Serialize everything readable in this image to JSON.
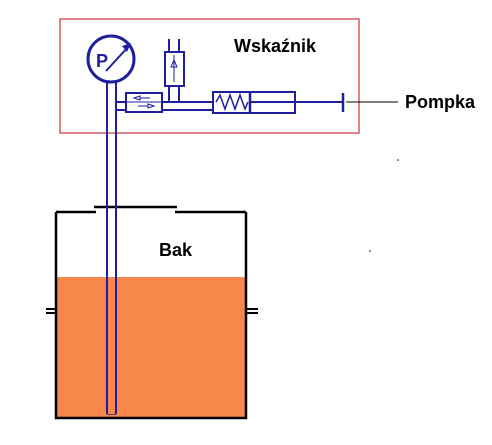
{
  "labels": {
    "indicator": "Wskaźnik",
    "pump": "Pompka",
    "tank": "Bak",
    "gauge_letter": "P"
  },
  "colors": {
    "pipe": "#1f1f9e",
    "pipe_inner": "#ffffff",
    "indicator_border": "#c8323c",
    "tank_wall": "#000000",
    "liquid": "#f5884a",
    "text": "#000000"
  },
  "tank_fill_fraction": 0.72
}
